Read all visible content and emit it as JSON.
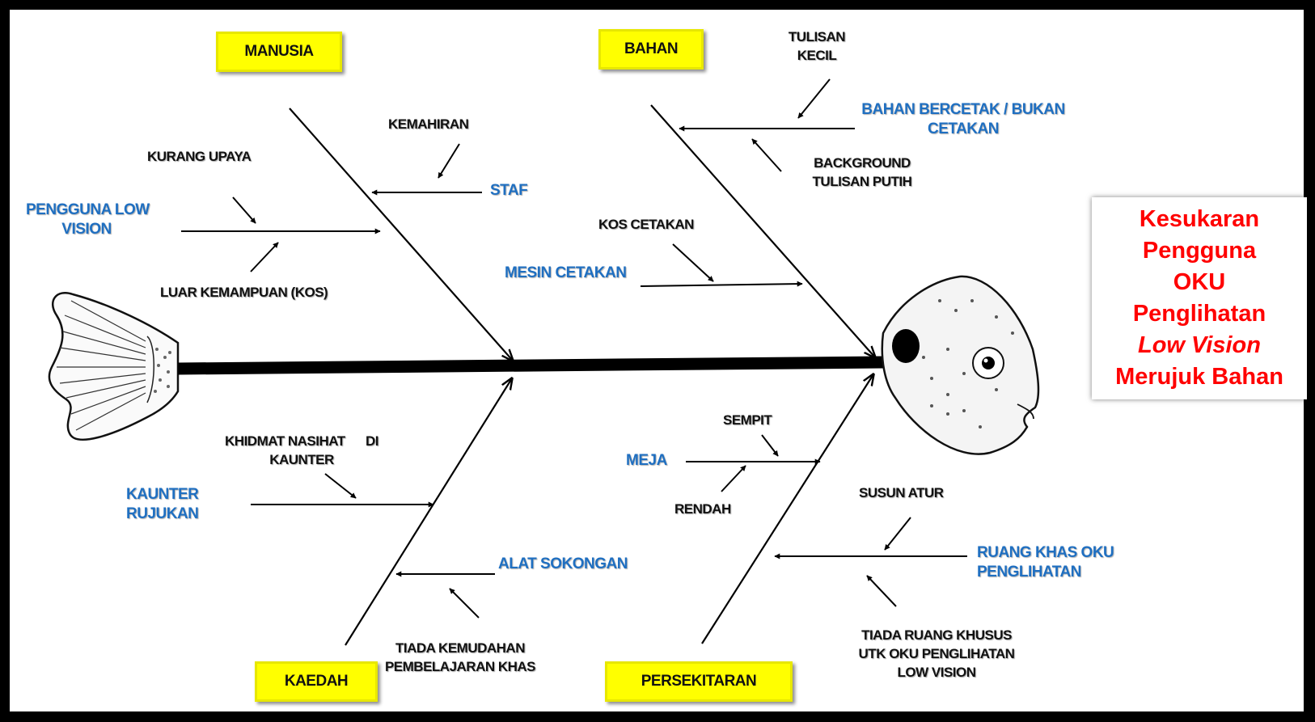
{
  "categories": {
    "manusia": "MANUSIA",
    "bahan": "BAHAN",
    "kaedah": "KAEDAH",
    "persekitaran": "PERSEKITARAN"
  },
  "causes": {
    "pengguna": [
      "PENGGUNA LOW",
      "VISION"
    ],
    "staf": "STAF",
    "bahan_bercetak": [
      "BAHAN BERCETAK / BUKAN",
      "CETAKAN"
    ],
    "mesin": "MESIN CETAKAN",
    "kaunter": [
      "KAUNTER",
      "RUJUKAN"
    ],
    "alat": "ALAT SOKONGAN",
    "meja": "MEJA",
    "ruang": [
      "RUANG KHAS OKU",
      "PENGLIHATAN"
    ]
  },
  "notes": {
    "kurang_upaya": "KURANG UPAYA",
    "luar_kemampuan": "LUAR KEMAMPUAN (KOS)",
    "kemahiran": "KEMAHIRAN",
    "tulisan_kecil": [
      "TULISAN",
      "KECIL"
    ],
    "background": [
      "BACKGROUND",
      "TULISAN PUTIH"
    ],
    "kos_cetakan": "KOS CETAKAN",
    "khidmat": [
      "KHIDMAT NASIHAT      DI",
      "KAUNTER"
    ],
    "tiada_kemudahan": [
      "TIADA KEMUDAHAN",
      "PEMBELAJARAN KHAS"
    ],
    "sempit": "SEMPIT",
    "rendah": "RENDAH",
    "susun_atur": "SUSUN ATUR",
    "tiada_ruang": [
      "TIADA RUANG KHUSUS",
      "UTK OKU PENGLIHATAN",
      "LOW VISION"
    ]
  },
  "problem": {
    "lines": [
      "Kesukaran",
      "Pengguna",
      "OKU",
      "Penglihatan",
      "Low Vision",
      "Merujuk Bahan"
    ],
    "color": "#ff0000"
  },
  "colors": {
    "category_fill": "#ffff00",
    "cause_text": "#1f6fc1"
  }
}
